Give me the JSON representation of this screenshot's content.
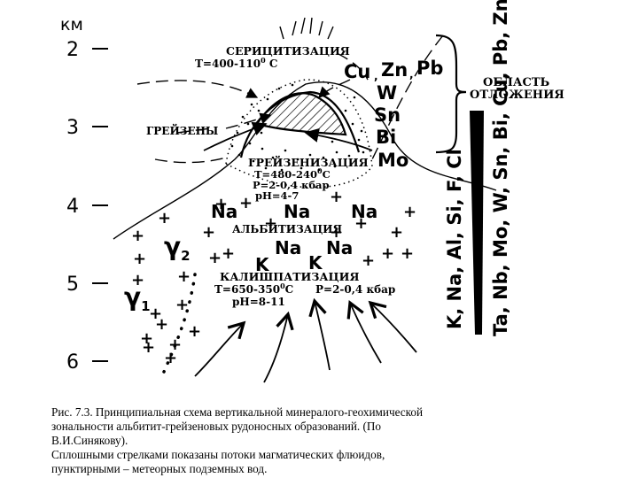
{
  "depth_scale": {
    "unit": "км",
    "ticks": [
      "2",
      "3",
      "4",
      "5",
      "6"
    ]
  },
  "zones": {
    "sericitization": "СЕРИЦИТИЗАЦИЯ",
    "sericitization_temp": "Т=400-110",
    "sericitization_temp_sup": "0",
    "sericitization_temp_unit": " С",
    "greisens": "ГРЕЙЗЕНЫ",
    "greisenization": "ГРЕЙЗЕНИЗАЦИЯ",
    "greisenization_temp": "Т=480-240",
    "greisenization_temp_sup": "0",
    "greisenization_temp_unit": "С",
    "greisenization_pressure": "Р=2-0,4 кбар",
    "greisenization_ph": "pH=4-7",
    "albitization": "АЛЬБИТИЗАЦИЯ",
    "k_metasomatism": "КАЛИШПАТИЗАЦИЯ",
    "k_temp": "Т=650-350",
    "k_temp_sup": "0",
    "k_temp_unit": "С",
    "k_pressure": "Р=2-0,4 кбар",
    "k_ph": "pH=8-11"
  },
  "deposit_elements": [
    "Cu",
    "Zn",
    "Pb",
    "W",
    "Sn",
    "Bi",
    "Mo"
  ],
  "na_labels": [
    "Na",
    "Na",
    "Na",
    "Na",
    "Na"
  ],
  "k_labels": [
    "K",
    "K"
  ],
  "granite_phases": {
    "gamma2_symbol": "γ",
    "gamma2_sub": "2",
    "gamma1_symbol": "γ",
    "gamma1_sub": "1"
  },
  "deposition_area": {
    "line1": "ОБЛАСТЬ",
    "line2": "ОТЛОЖЕНИЯ"
  },
  "mobility_sequence": {
    "early": "K, Na, Al, Si, F, Cl",
    "late": "Ta, Nb, Mo, W, Sn, Bi, Cu, Pb, Zn"
  },
  "caption": {
    "line1": "Рис. 7.3. Принципиальная схема вертикальной минералого-геохимической",
    "line2": "зональности альбитит-грейзеновых рудоносных образований. (По",
    "line3": "В.И.Синякову).",
    "line4": "Сплошными стрелками показаны потоки магматических флюидов,",
    "line5": "пунктирными – метеорных подземных вод."
  }
}
